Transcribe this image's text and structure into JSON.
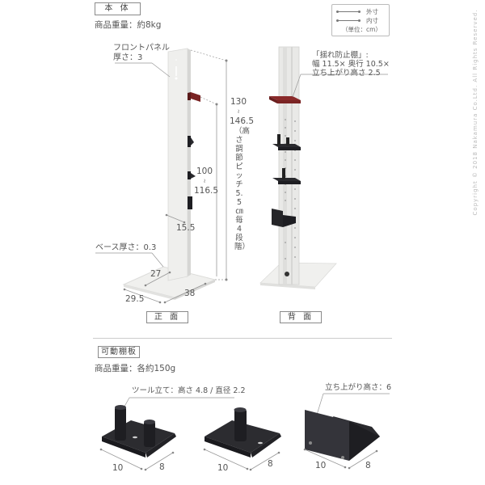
{
  "main_body": {
    "section_label": "本 体",
    "weight": "商品重量：約8kg",
    "front_panel_note_line1": "フロントパネル",
    "front_panel_note_line2": "厚さ：3",
    "base_thickness_note": "ベース厚さ：0.3",
    "shelf_note_line1": "「揺れ防止棚」:",
    "shelf_note_line2": "幅 11.5× 奥行 10.5×",
    "shelf_note_line3": "立ち上がり高さ 2.5",
    "dims": {
      "total_height_top": "130",
      "total_height_tilde": "≀",
      "total_height_bottom": "146.5",
      "pitch_note": "（高さ調節ピッチ5.5㎝毎 4段階）",
      "inner_height_top": "100",
      "inner_height_tilde": "≀",
      "inner_height_bottom": "116.5",
      "pole_width": "15.5",
      "base_inner": "27",
      "base_depth": "29.5",
      "base_width": "38"
    },
    "front_view_label": "正 面",
    "back_view_label": "背 面"
  },
  "legend": {
    "outer": "外寸",
    "inner": "内寸",
    "unit": "（単位：cm）"
  },
  "copyright": "Copyright © 2018 Nakamura Co.Ltd. All Rights Reserved.",
  "movable_shelf": {
    "section_label": "可動棚板",
    "weight": "商品重量：各約150g",
    "tool_stand_note": "ツール立て：高さ 4.8 / 直径 2.2",
    "rise_note": "立ち上がり高さ：6",
    "items": [
      {
        "name": "double-pin-shelf",
        "width": "10",
        "depth": "8"
      },
      {
        "name": "single-pin-shelf",
        "width": "10",
        "depth": "8"
      },
      {
        "name": "box-shelf",
        "width": "10",
        "depth": "8"
      }
    ]
  },
  "colors": {
    "stand_white": "#eeeeec",
    "shelf_black": "#2a2a2e",
    "shelf_red": "#8a2a2a",
    "line_gray": "#999999"
  }
}
